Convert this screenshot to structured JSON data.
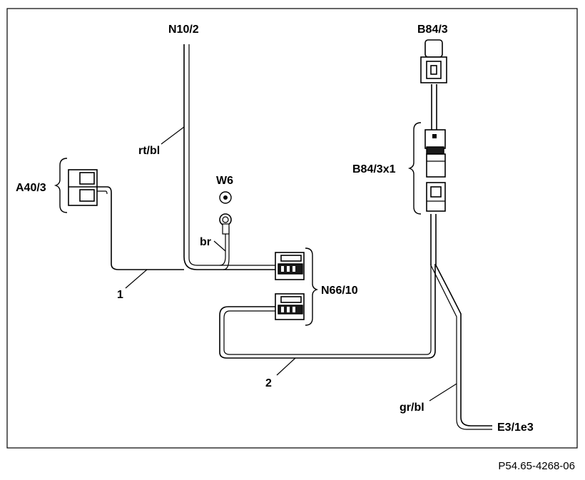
{
  "components": {
    "n10_2": "N10/2",
    "b84_3": "B84/3",
    "b84_3x1": "B84/3x1",
    "a40_3": "A40/3",
    "w6": "W6",
    "n66_10": "N66/10",
    "e3_1e3": "E3/1e3"
  },
  "wire_colors": {
    "rt_bl": "rt/bl",
    "br": "br",
    "gr_bl": "gr/bl"
  },
  "callouts": {
    "one": "1",
    "two": "2"
  },
  "figure_id": "P54.65-4268-06"
}
